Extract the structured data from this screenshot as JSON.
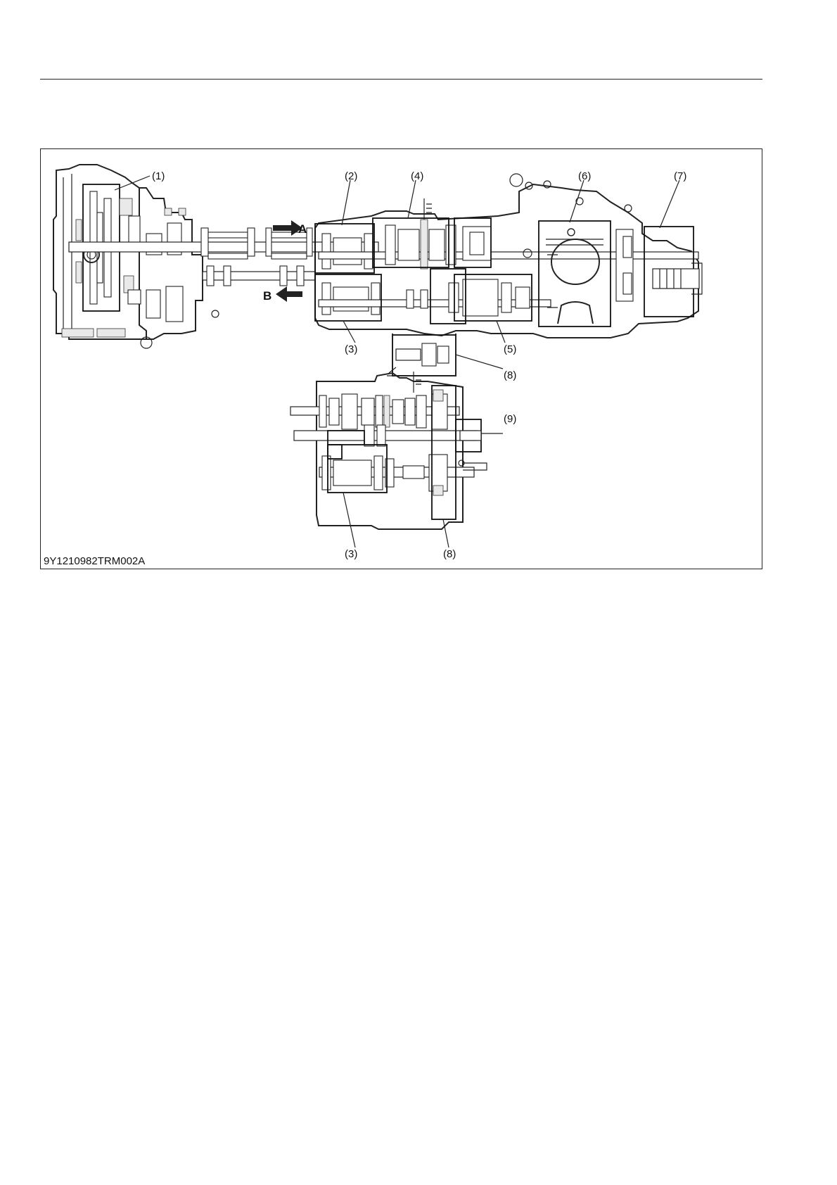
{
  "figure": {
    "id_label": "9Y1210982TRM002A",
    "direction_arrows": [
      {
        "letter": "A",
        "direction": "right"
      },
      {
        "letter": "B",
        "direction": "left"
      }
    ],
    "callouts": {
      "c1": "(1)",
      "c2": "(2)",
      "c3_upper": "(3)",
      "c3_lower": "(3)",
      "c4": "(4)",
      "c5": "(5)",
      "c6": "(6)",
      "c7": "(7)",
      "c8_upper": "(8)",
      "c8_lower": "(8)",
      "c9": "(9)"
    }
  }
}
